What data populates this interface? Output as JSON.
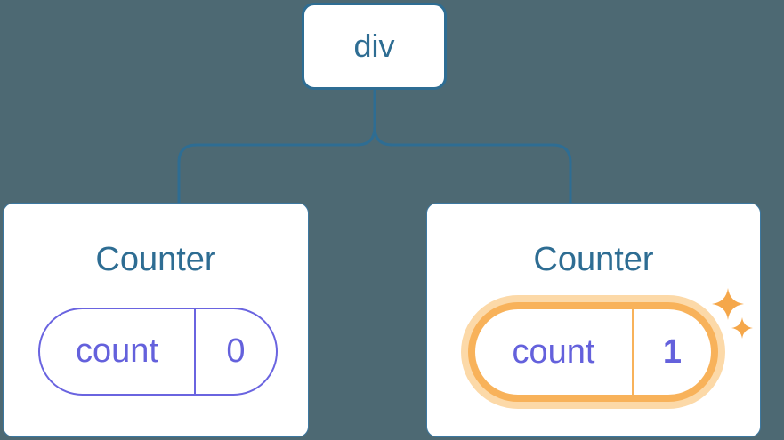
{
  "diagram": {
    "description": "Component tree: div root with two Counter children, second counter state updated",
    "colors": {
      "background": "#4D6973",
      "node_blue": "#2E6D93",
      "state_purple": "#6461DC",
      "highlight_orange": "#F8B25A",
      "highlight_orange_glow": "#FCD9A8",
      "sparkle_orange": "#F5A74A"
    },
    "root_node": {
      "label": "div"
    },
    "children": [
      {
        "title": "Counter",
        "state": {
          "name": "count",
          "value": "0"
        },
        "highlighted": false
      },
      {
        "title": "Counter",
        "state": {
          "name": "count",
          "value": "1"
        },
        "highlighted": true
      }
    ]
  }
}
